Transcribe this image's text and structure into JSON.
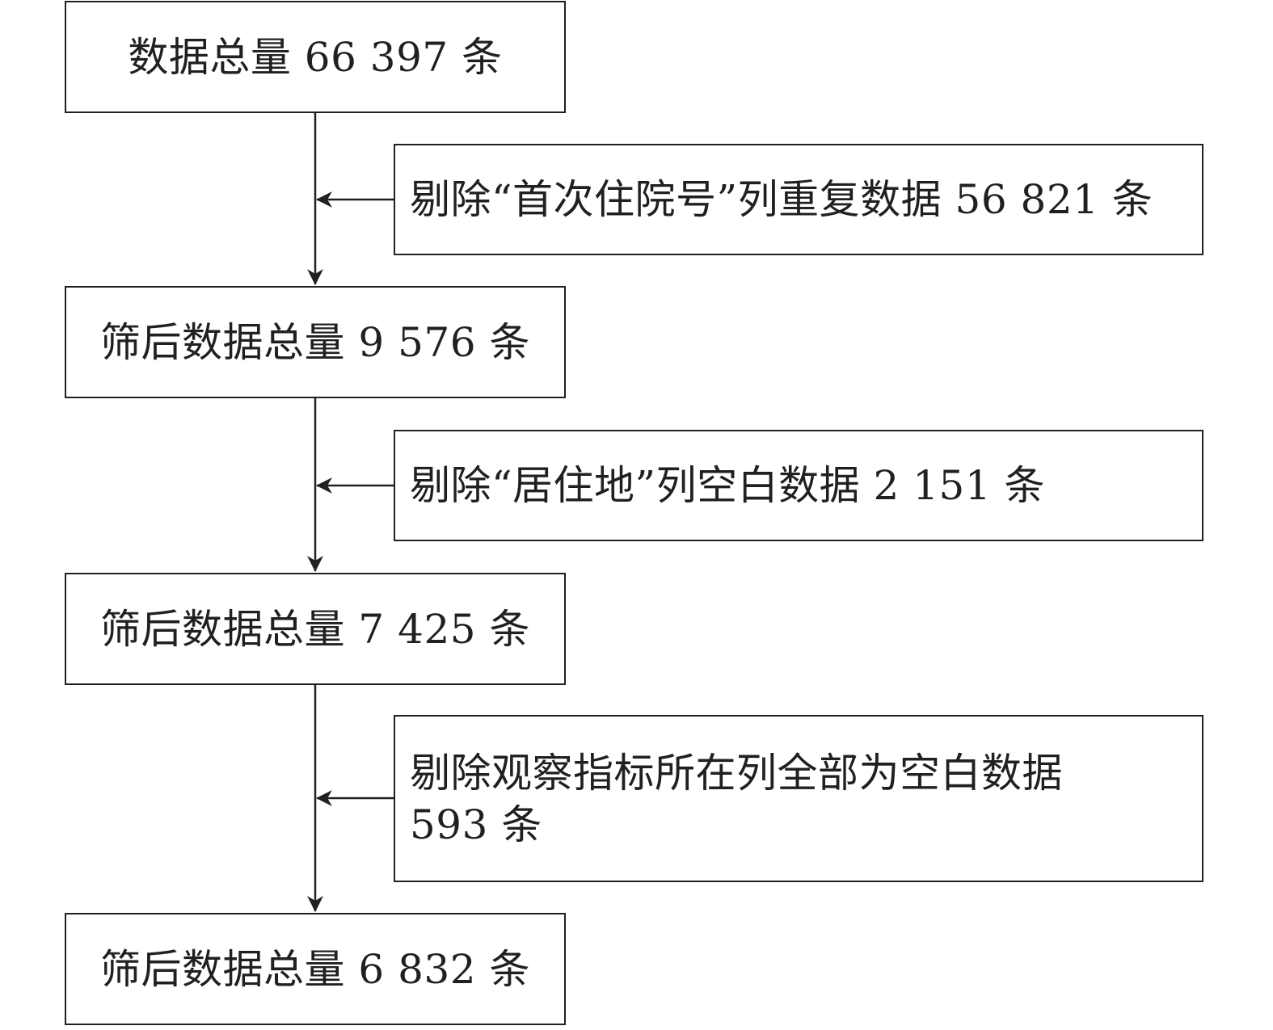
{
  "flow": {
    "total": {
      "text": "数据总量 66 397 条"
    },
    "excluded": [
      {
        "text": "剔除“首次住院号”列重复数据 56 821 条"
      },
      {
        "text": "剔除“居住地”列空白数据 2 151 条"
      },
      {
        "text": "剔除观察指标所在列全部为空白数据 593 条"
      }
    ],
    "filtered": [
      {
        "text": "筛后数据总量 9 576 条"
      },
      {
        "text": "筛后数据总量 7 425 条"
      },
      {
        "text": "筛后数据总量 6 832 条"
      }
    ]
  },
  "colors": {
    "line": "#231f20",
    "text": "#231f20",
    "background": "#ffffff"
  }
}
